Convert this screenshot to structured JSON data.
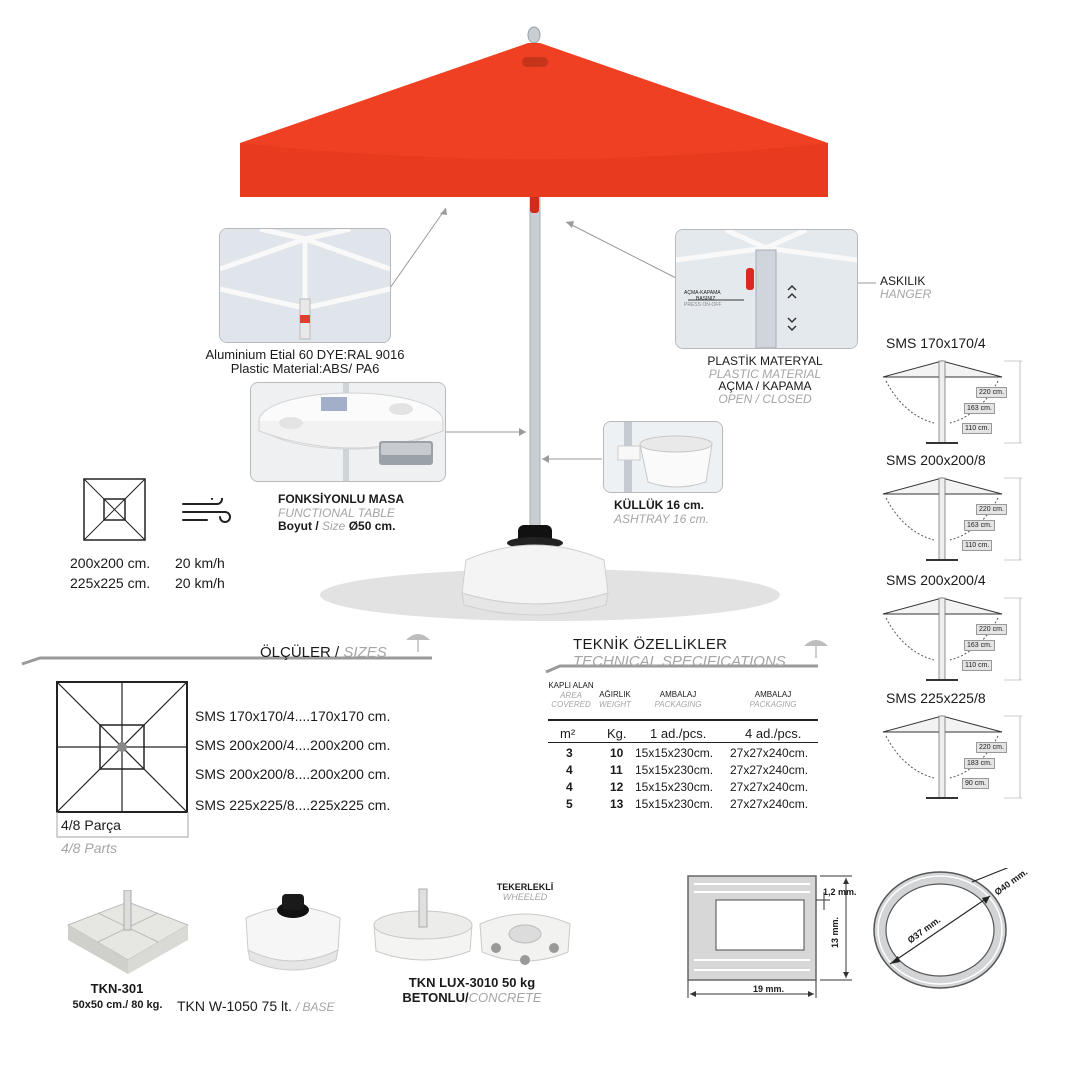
{
  "colors": {
    "canopy": "#f04023",
    "pole": "#c9ced3",
    "frame": "#333333",
    "grey_text": "#a5a5a5",
    "rule": "#9a9a9a"
  },
  "frame_card": {
    "line1": "Aluminium Etial 60 DYE:RAL 9016",
    "line2": "Plastic Material:ABS/ PA6"
  },
  "mechanism": {
    "label_tr": "PLASTİK MATERYAL",
    "label_en": "PLASTIC MATERIAL",
    "label2_tr": "AÇMA / KAPAMA",
    "label2_en": "OPEN / CLOSED",
    "tiny1": "AÇMA-KAPAMA",
    "tiny2": "BASINIZ",
    "tiny3": "PRESS ON-OFF"
  },
  "hanger": {
    "tr": "ASKILIK",
    "en": "HANGER"
  },
  "table": {
    "tr": "FONKSİYONLU MASA",
    "en": "FUNCTIONAL TABLE",
    "size_prefix": "Boyut /",
    "size_en": "Size",
    "size_value": "Ø50 cm."
  },
  "ashtray": {
    "tr": "KÜLLÜK 16 cm.",
    "en": "ASHTRAY 16 cm."
  },
  "wind": {
    "sizes": [
      "200x200 cm.",
      "225x225 cm."
    ],
    "speeds": [
      "20 km/h",
      "20 km/h"
    ]
  },
  "sizes": {
    "title_tr": "ÖLÇÜLER /",
    "title_en": "SIZES",
    "items": [
      "SMS 170x170/4....170x170 cm.",
      "SMS 200x200/4....200x200 cm.",
      "SMS 200x200/8....200x200 cm.",
      "SMS 225x225/8....225x225 cm."
    ],
    "parts_tr": "4/8 Parça",
    "parts_en": "4/8 Parts"
  },
  "tech": {
    "title_tr": "TEKNİK ÖZELLİKLER",
    "title_en": "TECHNICAL SPECIFICATIONS",
    "headers": [
      {
        "tr": "KAPLI ALAN",
        "en": "AREA COVERED",
        "unit": "m²"
      },
      {
        "tr": "AĞIRLIK",
        "en": "WEIGHT",
        "unit": "Kg."
      },
      {
        "tr": "AMBALAJ",
        "en": "PACKAGING",
        "unit": "1 ad./pcs."
      },
      {
        "tr": "AMBALAJ",
        "en": "PACKAGING",
        "unit": "4 ad./pcs."
      }
    ],
    "rows": [
      [
        "3",
        "10",
        "15x15x230cm.",
        "27x27x240cm."
      ],
      [
        "4",
        "11",
        "15x15x230cm.",
        "27x27x240cm."
      ],
      [
        "4",
        "12",
        "15x15x230cm.",
        "27x27x240cm."
      ],
      [
        "5",
        "13",
        "15x15x230cm.",
        "27x27x240cm."
      ]
    ]
  },
  "models": [
    {
      "name": "SMS 170x170/4",
      "dims": [
        "220 cm.",
        "163 cm.",
        "110 cm."
      ]
    },
    {
      "name": "SMS 200x200/8",
      "dims": [
        "220 cm.",
        "163 cm.",
        "110 cm."
      ]
    },
    {
      "name": "SMS 200x200/4",
      "dims": [
        "220 cm.",
        "163 cm.",
        "110 cm."
      ]
    },
    {
      "name": "SMS 225x225/8",
      "dims": [
        "220 cm.",
        "183 cm.",
        "90 cm."
      ]
    }
  ],
  "bases": {
    "tkn301_name": "TKN-301",
    "tkn301_spec": "50x50 cm./ 80 kg.",
    "w1050": "TKN W-1050 75 lt.",
    "w1050_en": "/ BASE",
    "wheeled_tr": "TEKERLEKLİ",
    "wheeled_en": "WHEELED",
    "lux": "TKN LUX-3010 50 kg",
    "concrete_tr": "BETONLU/",
    "concrete_en": "CONCRETE"
  },
  "profile": {
    "wall": "1,2 mm.",
    "height": "13 mm.",
    "width": "19 mm."
  },
  "tube": {
    "outer": "Ø40 mm.",
    "inner": "Ø37 mm."
  }
}
